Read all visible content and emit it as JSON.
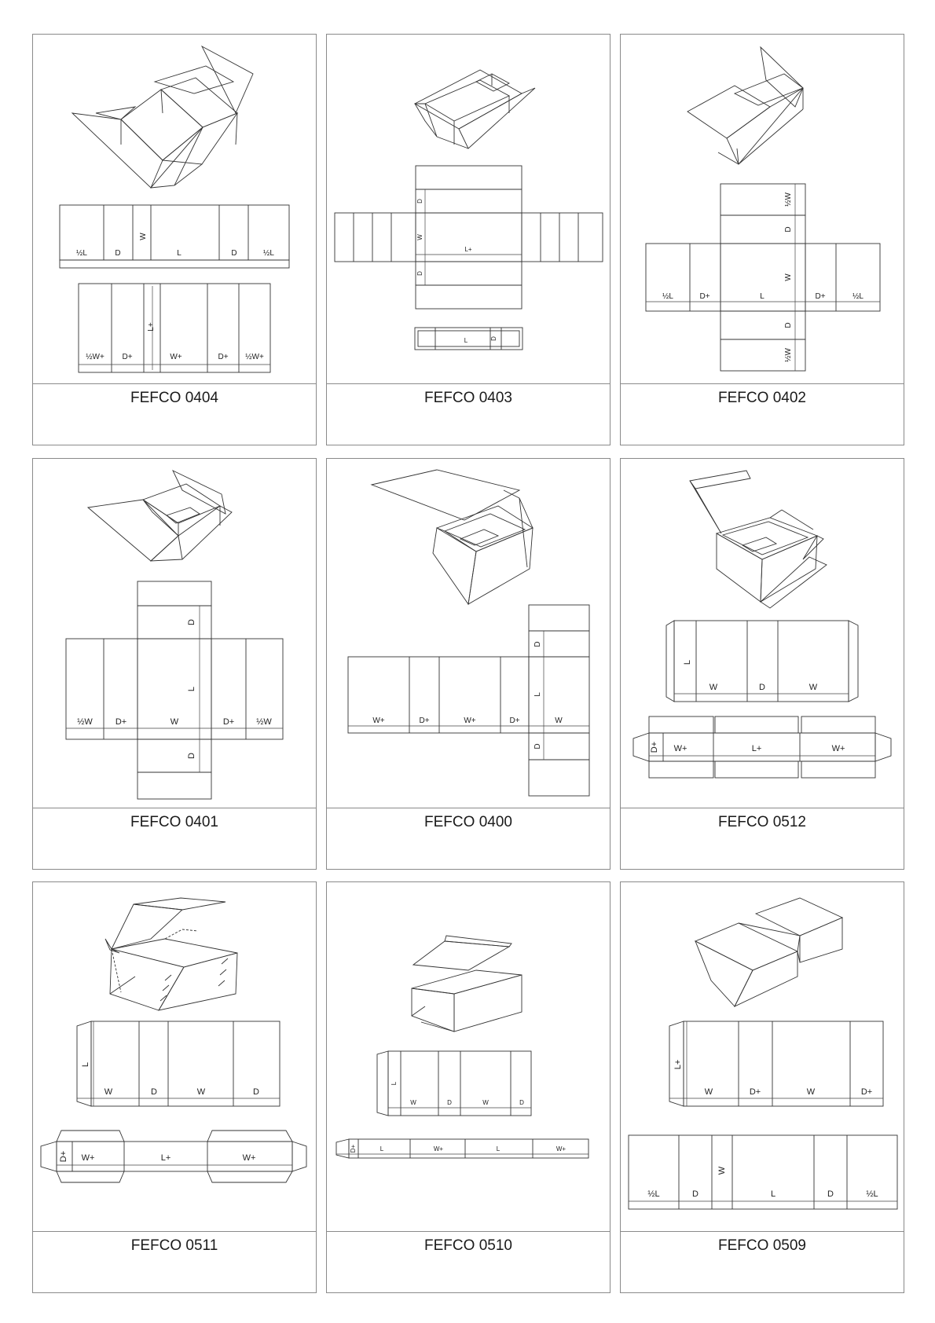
{
  "cards": [
    {
      "caption": "FEFCO 0404",
      "labels": {
        "r1": [
          "½L",
          "D",
          "W",
          "L",
          "D",
          "½L"
        ],
        "r2": [
          "½W+",
          "D+",
          "L+",
          "W+",
          "D+",
          "½W+"
        ]
      }
    },
    {
      "caption": "FEFCO 0403",
      "labels": {
        "d1": "D",
        "w": "W",
        "l": "L+",
        "d2": "D",
        "bl": "L",
        "bd": "D"
      }
    },
    {
      "caption": "FEFCO 0402",
      "labels": {
        "row": [
          "½L",
          "D+",
          "L",
          "D+",
          "½L"
        ],
        "col": [
          "½W",
          "D",
          "W",
          "D",
          "½W"
        ]
      }
    },
    {
      "caption": "FEFCO 0401",
      "labels": {
        "row": [
          "½W",
          "D+",
          "W",
          "D+",
          "½W"
        ],
        "col": [
          "D",
          "L",
          "D"
        ]
      }
    },
    {
      "caption": "FEFCO 0400",
      "labels": {
        "row": [
          "W+",
          "D+",
          "W+",
          "D+",
          "W"
        ],
        "col": [
          "D",
          "L",
          "D"
        ]
      }
    },
    {
      "caption": "FEFCO 0512",
      "labels": {
        "r1": [
          "L",
          "W",
          "D",
          "W"
        ],
        "r2": [
          "D+",
          "W+",
          "L+",
          "W+"
        ]
      }
    },
    {
      "caption": "FEFCO 0511",
      "labels": {
        "r1": [
          "L",
          "W",
          "D",
          "W",
          "D"
        ],
        "r2": [
          "D+",
          "W+",
          "L+",
          "W+"
        ]
      }
    },
    {
      "caption": "FEFCO 0510",
      "labels": {
        "r1": [
          "L",
          "W",
          "D",
          "W",
          "D"
        ],
        "r2": [
          "D+",
          "L",
          "W+",
          "L",
          "W+"
        ]
      }
    },
    {
      "caption": "FEFCO 0509",
      "labels": {
        "r1": [
          "L+",
          "W",
          "D+",
          "W",
          "D+"
        ],
        "r2": [
          "½L",
          "D",
          "W",
          "L",
          "D",
          "½L"
        ]
      }
    }
  ]
}
